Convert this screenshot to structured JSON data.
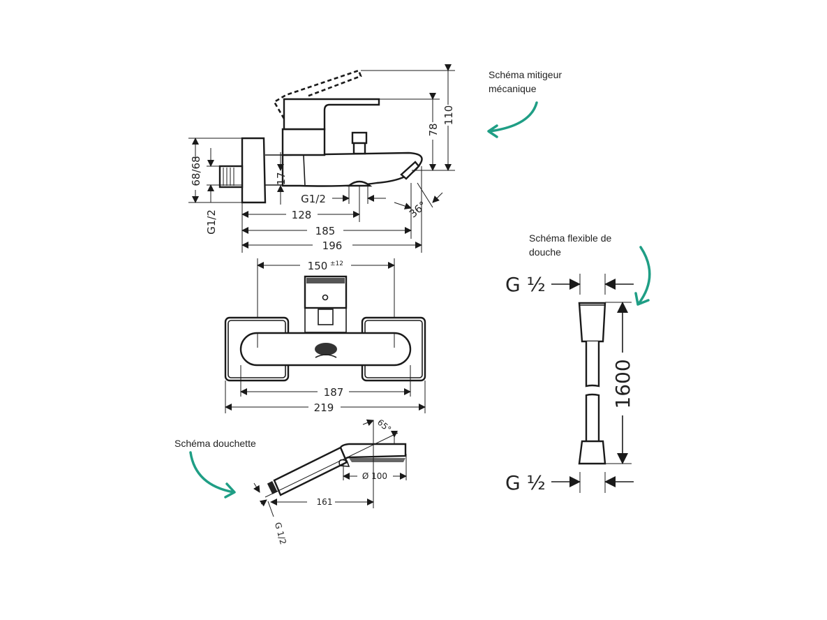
{
  "annotations": {
    "mixer": "Schéma mitigeur mécanique",
    "hose": "Schéma flexible de douche",
    "handshower": "Schéma douchette"
  },
  "accent_color": "#1f9e85",
  "mixer_side_view": {
    "dims": {
      "total_height": "110",
      "lever_height": "78",
      "wall_plate": "68/68",
      "outlet_offset": "17",
      "thread_left": "G1/2",
      "thread_bottom": "G1/2",
      "length_outlet": "128",
      "length_spout": "185",
      "length_total": "196",
      "spout_angle": "36°"
    }
  },
  "mixer_top_view": {
    "dims": {
      "centers": "150",
      "centers_tolerance": "±12",
      "body_width": "187",
      "total_width": "219"
    }
  },
  "handshower": {
    "dims": {
      "angle": "65°",
      "diameter": "Ø 100",
      "length": "161",
      "thread": "G 1/2"
    }
  },
  "hose": {
    "dims": {
      "thread_top": "G ½",
      "thread_bottom": "G ½",
      "length": "1600"
    }
  }
}
